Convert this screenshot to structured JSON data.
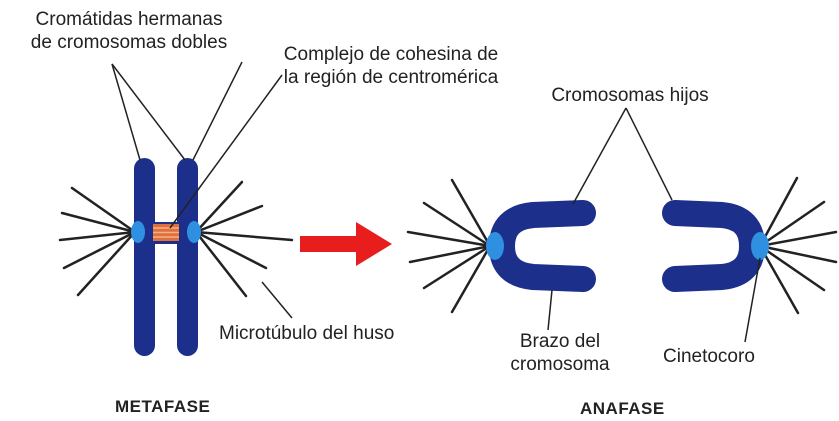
{
  "labels": {
    "sister_chromatids_line1": "Cromátidas hermanas",
    "sister_chromatids_line2": "de cromosomas dobles",
    "cohesin_line1": "Complejo de cohesina de",
    "cohesin_line2": "la región de centromérica",
    "daughter_chromosomes": "Cromosomas hijos",
    "spindle_microtubule": "Microtúbulo del huso",
    "chromosome_arm_line1": "Brazo del",
    "chromosome_arm_line2": "cromosoma",
    "kinetochore": "Cinetocoro"
  },
  "stages": {
    "metaphase": "METAFASE",
    "anaphase": "ANAFASE"
  },
  "colors": {
    "chromosome": "#1c2f8a",
    "kinetochore": "#2f8fe0",
    "cohesin": "#e0703a",
    "arrow": "#e81e1e",
    "line": "#222222"
  }
}
